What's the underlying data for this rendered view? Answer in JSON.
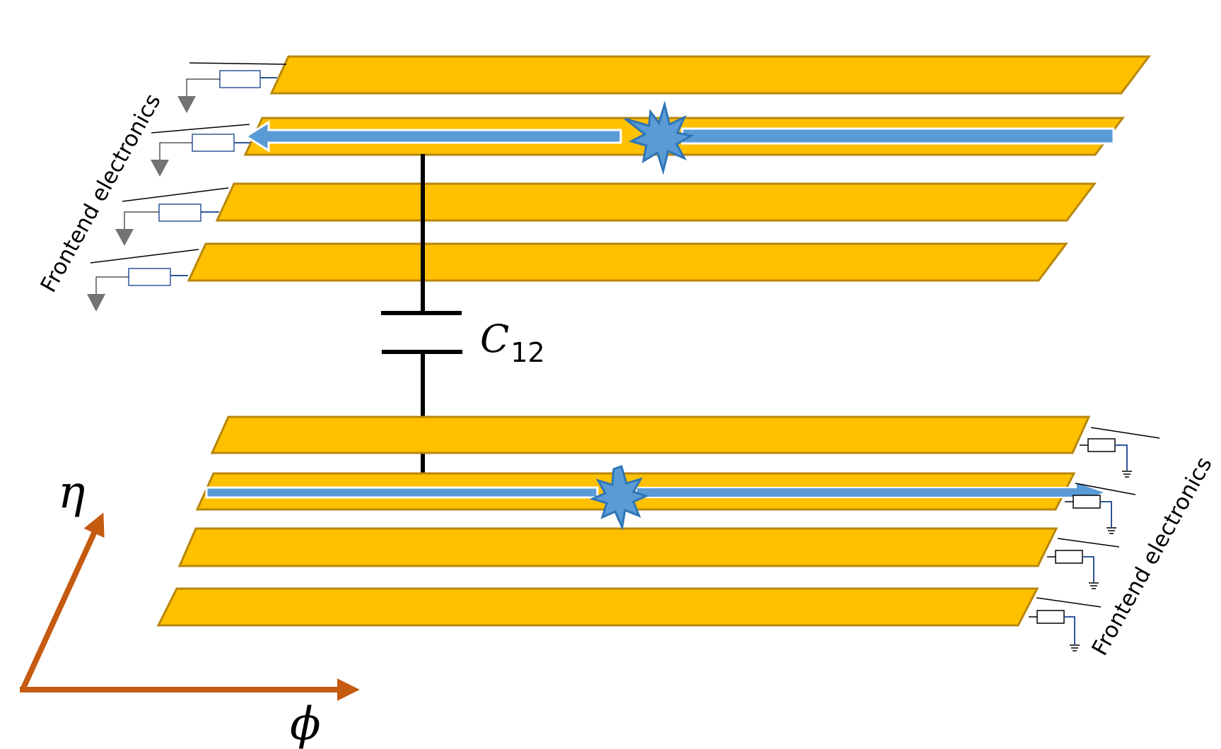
{
  "labels": {
    "frontend_top": "Frontend electronics",
    "frontend_bottom": "Frontend electronics",
    "capacitor": "C",
    "capacitor_subscript": "12",
    "axis_vertical": "η",
    "axis_horizontal": "ϕ"
  },
  "colors": {
    "strip_fill": "#FFC000",
    "strip_stroke": "#B8860B",
    "signal_arrow": "#5B9BD5",
    "axis_arrow": "#C55A11",
    "ground_top": "#737373"
  }
}
